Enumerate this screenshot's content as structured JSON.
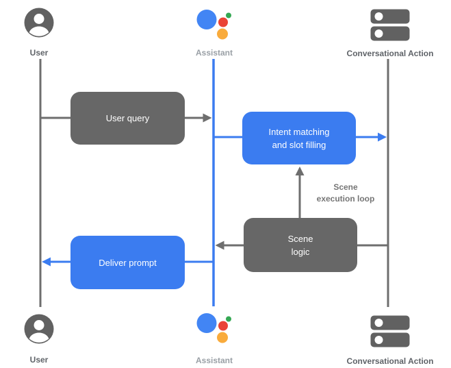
{
  "colors": {
    "accent_blue": "#3B7CF0",
    "line_gray": "#6E6E6E",
    "box_gray": "#676767",
    "icon_gray": "#616161",
    "label_dark_gray": "#5F6368",
    "label_light_gray": "#9AA0A6",
    "logo_blue": "#4285F4",
    "logo_red": "#EA4335",
    "logo_green": "#34A853",
    "logo_orange": "#F9AB3C",
    "background": "#FFFFFF"
  },
  "actors": {
    "user_top": {
      "label": "User"
    },
    "assistant_top": {
      "label": "Assistant"
    },
    "action_top": {
      "label": "Conversational Action"
    },
    "user_bottom": {
      "label": "User"
    },
    "assistant_bottom": {
      "label": "Assistant"
    },
    "action_bottom": {
      "label": "Conversational Action"
    }
  },
  "nodes": {
    "user_query": {
      "label": "User query"
    },
    "intent_matching": {
      "line1": "Intent matching",
      "line2": "and slot filling"
    },
    "scene_logic": {
      "line1": "Scene",
      "line2": "logic"
    },
    "deliver_prompt": {
      "label": "Deliver prompt"
    }
  },
  "annotations": {
    "scene_execution_loop": {
      "line1": "Scene",
      "line2": "execution loop"
    }
  }
}
